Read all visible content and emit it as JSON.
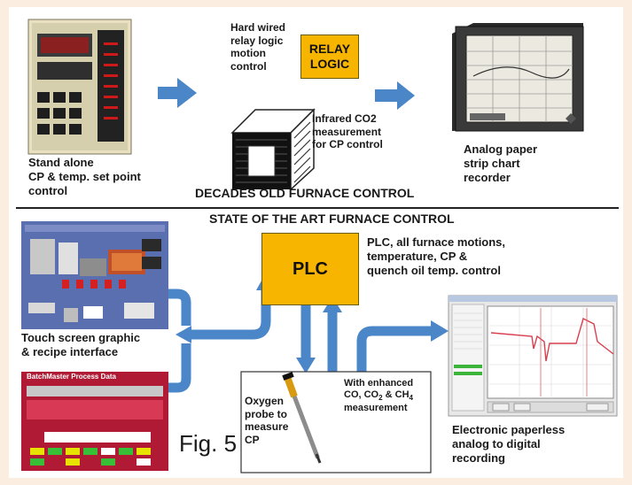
{
  "top": {
    "standalone": [
      "Stand alone",
      "CP & temp. set point",
      "control"
    ],
    "relay_desc": [
      "Hard wired",
      "relay logic",
      "motion",
      "control"
    ],
    "relay_box": [
      "RELAY",
      "LOGIC"
    ],
    "infrared": [
      "Infrared CO2",
      "measurement",
      "for CP control"
    ],
    "analog": [
      "Analog paper",
      "strip chart",
      "recorder"
    ],
    "section_title": "DECADES OLD FURNACE CONTROL"
  },
  "bottom": {
    "section_title": "STATE OF THE ART FURNACE CONTROL",
    "plc_box": "PLC",
    "plc_desc": [
      "PLC, all furnace motions,",
      "temperature, CP &",
      "quench oil temp. control"
    ],
    "touch": [
      "Touch screen graphic",
      "& recipe interface"
    ],
    "oxygen": [
      "Oxygen",
      "probe to",
      "measure",
      "CP"
    ],
    "enhanced": [
      "With enhanced",
      "CO, CO",
      "2",
      " & CH",
      "4",
      "measurement"
    ],
    "fig": "Fig. 5",
    "electronic": [
      "Electronic paperless",
      "analog to digital",
      "recording"
    ]
  },
  "screen": {
    "batch_title": "BatchMaster Process Data"
  },
  "colors": {
    "arrow": "#4a86c8",
    "box": "#f7b500",
    "screen_blue": "#5a6fb0",
    "screen_red": "#b01a35"
  },
  "icons": [
    "controller-device-icon",
    "furnace-box-icon",
    "chart-recorder-icon",
    "touchscreen-icon",
    "recipe-screen-icon",
    "oxygen-probe-icon",
    "digital-recorder-icon"
  ]
}
